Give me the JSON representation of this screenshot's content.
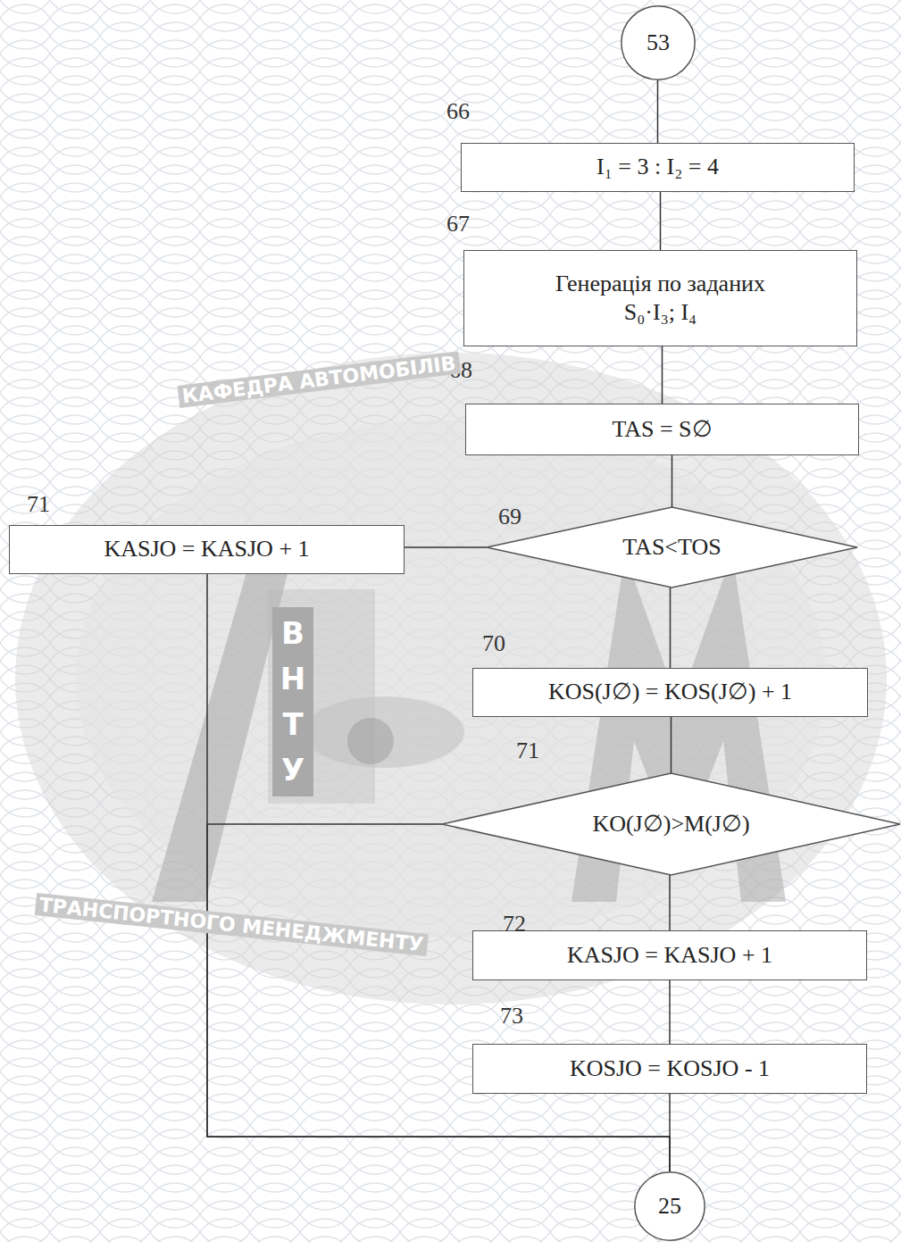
{
  "diagram": {
    "nodes": [
      {
        "text": [
          "53"
        ]
      },
      {
        "text": [
          "I₁ = 3 : I₂ = 4"
        ]
      },
      {
        "text": [
          "Генерація по заданих S₀·I₃; I₄"
        ]
      },
      {
        "text": [
          "TAS = S∅"
        ]
      },
      {
        "text": [
          "TAS<TOS"
        ]
      },
      {
        "text": [
          "KASJO = KASJO + 1"
        ]
      },
      {
        "text": [
          "KOS(J∅) = KOS(J∅) + 1"
        ]
      },
      {
        "text": [
          "KO(J∅)>M(J∅)"
        ]
      },
      {
        "text": [
          "KASJO = KASJO + 1"
        ]
      },
      {
        "text": [
          "KOSJO = KOSJO - 1"
        ]
      },
      {
        "text": [
          "25"
        ]
      }
    ],
    "edges": [
      {
        "from": 0,
        "to": 1,
        "arrow": "none"
      },
      {
        "from": 1,
        "to": 2,
        "arrow": "none"
      },
      {
        "from": 2,
        "to": 3,
        "arrow": "none"
      },
      {
        "from": 3,
        "to": 4,
        "arrow": "none"
      },
      {
        "from": 4,
        "to": 5,
        "arrow": "none"
      },
      {
        "from": 4,
        "to": 6,
        "arrow": "none"
      },
      {
        "from": 6,
        "to": 7,
        "arrow": "none"
      },
      {
        "from": 7,
        "to": 8,
        "arrow": "none"
      },
      {
        "from": 8,
        "to": 9,
        "arrow": "none"
      },
      {
        "from": 9,
        "to": 10,
        "arrow": "none"
      },
      {
        "from": 5,
        "to": 10,
        "arrow": "none"
      },
      {
        "from": 7,
        "to": 10,
        "arrow": "none"
      }
    ],
    "labels": [
      "66",
      "67",
      "68",
      "69",
      "71",
      "70",
      "71",
      "72",
      "73",
      "КАФЕДРА АВТОМОБІЛІВ",
      "ТРАНСПОРТНОГО МЕНЕДЖМЕНТУ",
      "ВНТУ"
    ]
  }
}
